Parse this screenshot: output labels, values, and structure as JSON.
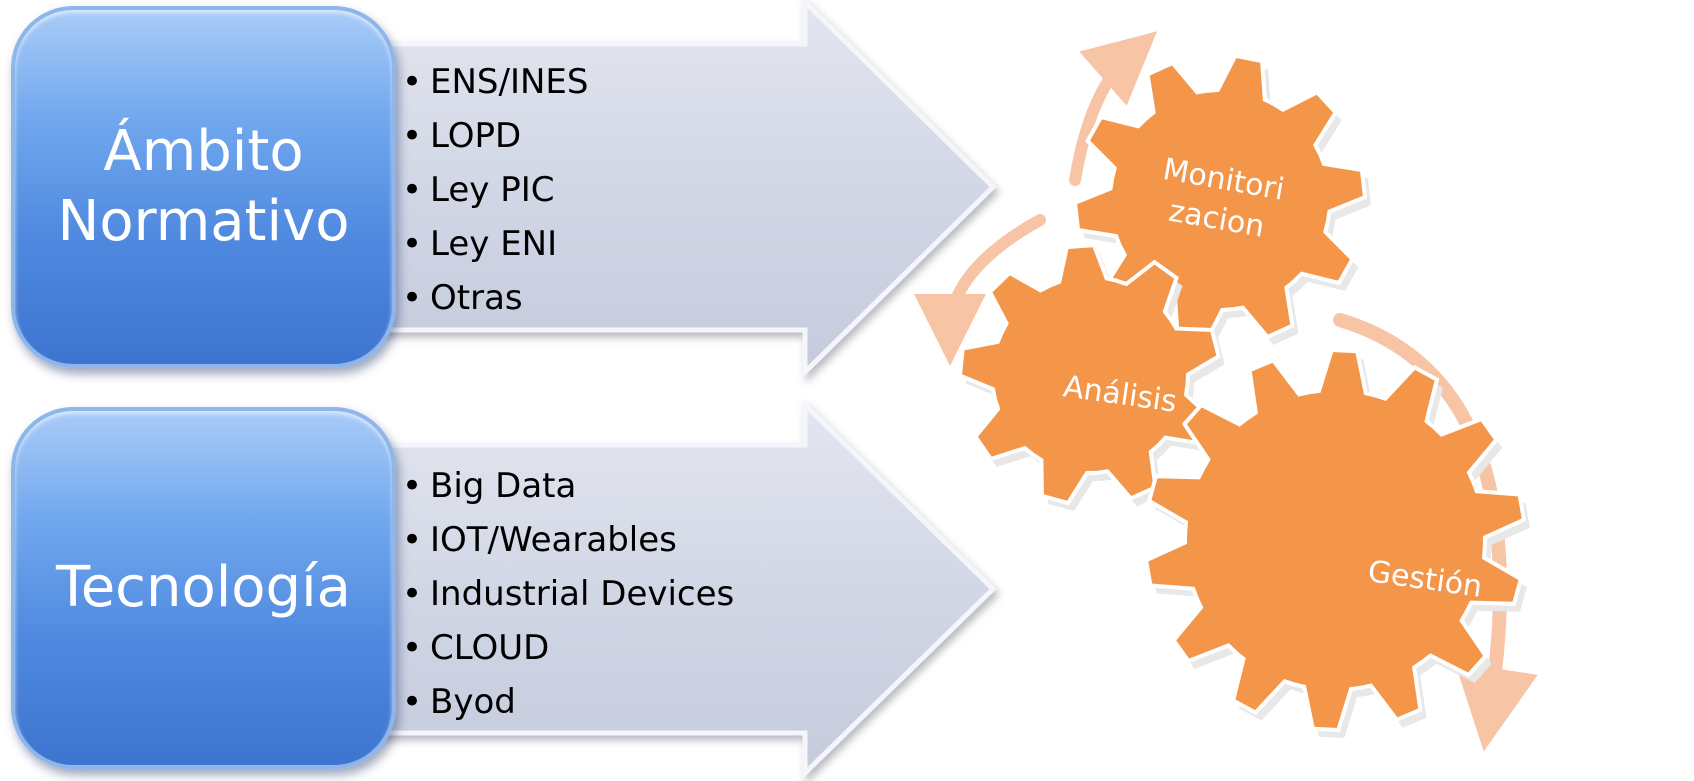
{
  "diagram": {
    "rows": [
      {
        "box_label": "Ámbito\nNormativo",
        "items": [
          "ENS/INES",
          "LOPD",
          "Ley PIC",
          "Ley ENI",
          "Otras"
        ]
      },
      {
        "box_label": "Tecnología",
        "items": [
          "Big Data",
          "IOT/Wearables",
          "Industrial Devices",
          "CLOUD",
          "Byod"
        ]
      }
    ],
    "bullet_symbol": "•",
    "gears": {
      "monitor": "Monitori\nzacion",
      "analysis": "Análisis",
      "management": "Gestión"
    },
    "colors": {
      "box_blue": "#4f89df",
      "arrow_fill": "#d4d9e8",
      "gear_orange": "#f4964a",
      "cycle_arrow": "#f7c4a6"
    }
  }
}
